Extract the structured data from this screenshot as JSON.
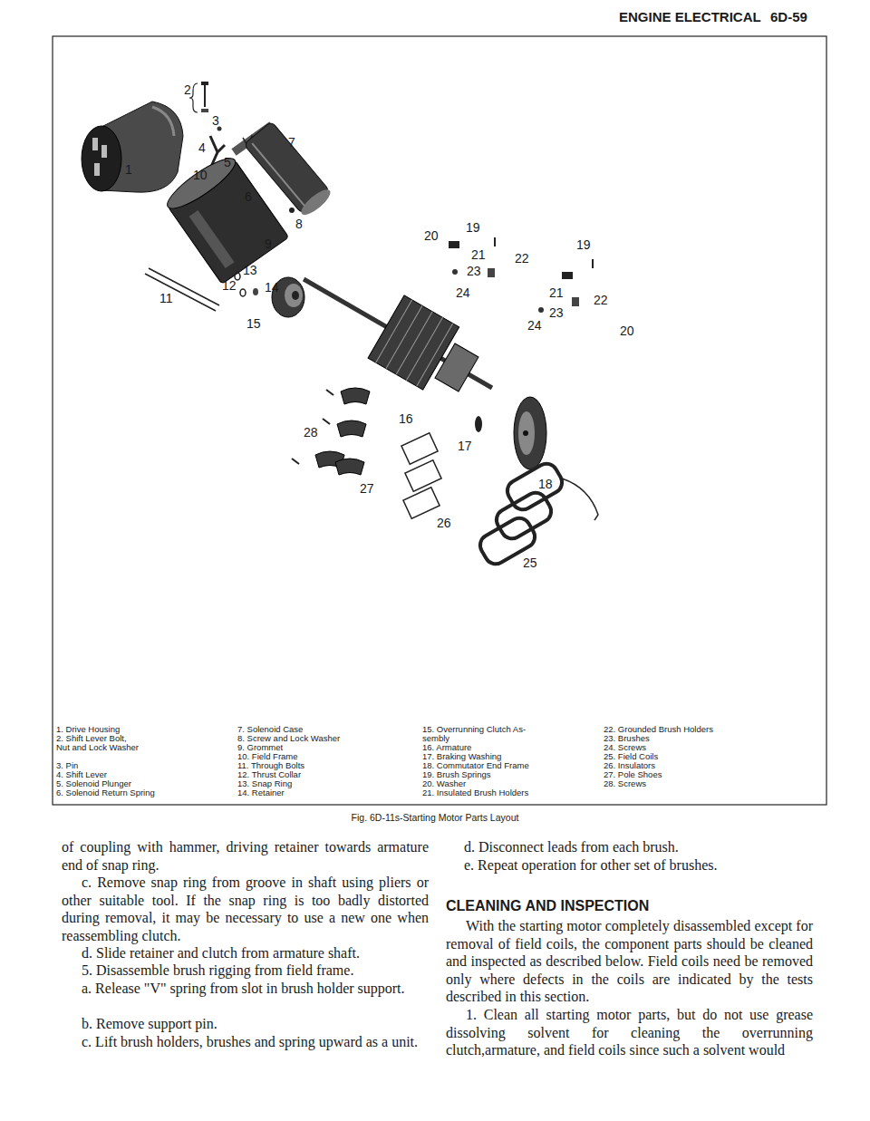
{
  "diagram": {
    "caption": "Fig. 6D-11s-Starting Motor Parts Layout",
    "labels": [
      "ENGINE ELECTRICAL",
      "6D-59",
      "2",
      "3",
      "1",
      "4",
      "5",
      "7",
      "10",
      "6",
      "8",
      "9",
      "11",
      "13",
      "12",
      "14",
      "15",
      "19",
      "20",
      "21",
      "22",
      "23",
      "24",
      "19",
      "21",
      "22",
      "23",
      "24",
      "20",
      "16",
      "17",
      "18",
      "28",
      "27",
      "26",
      "25",
      "1. Drive Housing",
      "2. Shift Lever Bolt, Nut and Lock Washer",
      "3. Pin",
      "4. Shift Lever",
      "5. Solenoid Plunger",
      "6. Solenoid Return Spring",
      "7. Solenoid Case",
      "8. Screw and Lock Washer",
      "9. Grommet",
      "10. Field Frame",
      "11. Through Bolts",
      "12. Thrust Collar",
      "13. Snap Ring",
      "14. Retainer",
      "15. Overrunning Clutch As- sembly",
      "16. Armature",
      "17. Braking Washing",
      "18. Commutator End Frame",
      "19. Brush Springs",
      "20. Washer",
      "21. Insulated Brush Holders",
      "22. Grounded Brush Holders",
      "23. Brushes",
      "24. Screws",
      "25. Field Coils",
      "26. Insulators",
      "27. Pole Shoes",
      "28. Screws",
      "of coupling with hammer, driving retainer towards armature end of snap ring.",
      "c. Remove snap ring from groove in shaft using pliers or other suitable tool. If the snap ring is too badly distorted during removal, it may be necessary to use a new one when reassembling clutch.",
      "d. Slide retainer and clutch from armature shaft.",
      "5. Disassemble brush rigging from field frame.",
      "a. Release \"V\" spring from slot in brush holder support.",
      "b. Remove support pin.",
      "c. Lift brush holders, brushes and spring upward as a unit.",
      "d. Disconnect leads from each brush.",
      "e. Repeat operation for other set of brushes.",
      "CLEANING AND INSPECTION",
      "With the starting motor completely disassembled except for removal of field coils, the component parts should be cleaned and inspected as described below. Field coils need be removed only where defects in the coils are indicated by the tests described in this section.",
      "1. Clean all starting motor parts, but do not use grease dissolving solvent for cleaning the overrunning clutch,armature, and field coils since such a solvent would"
    ]
  }
}
